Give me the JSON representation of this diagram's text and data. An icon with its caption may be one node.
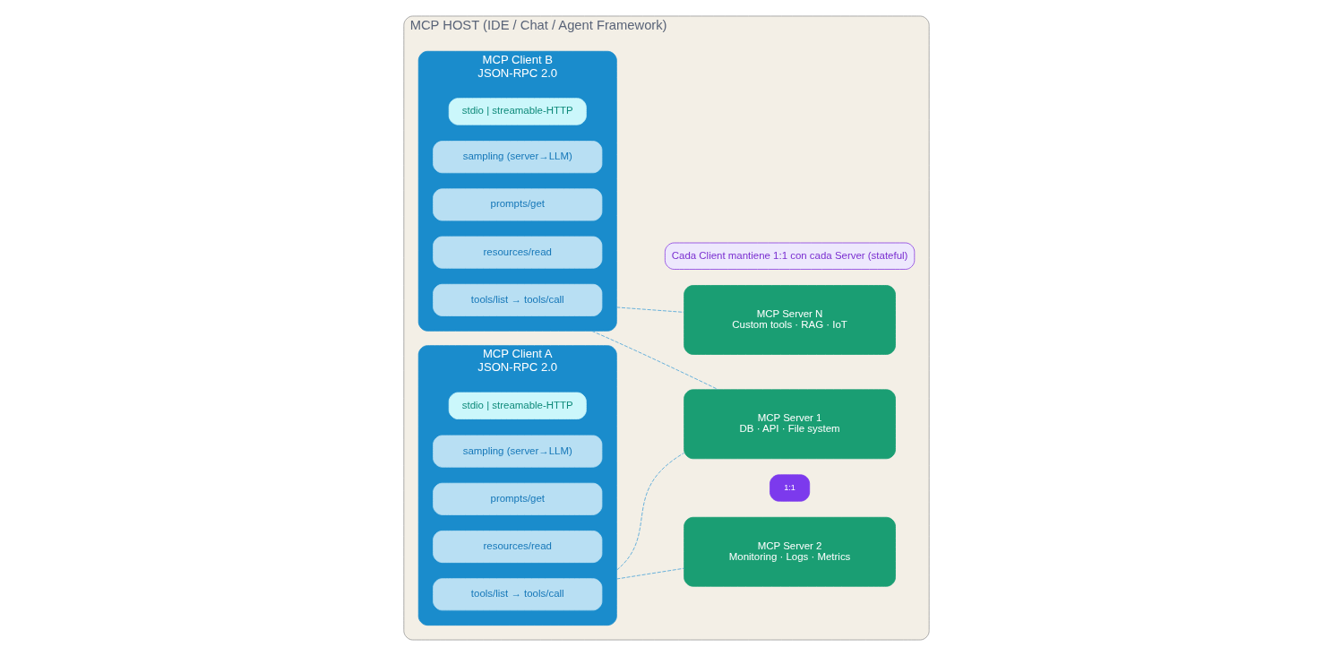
{
  "diagram": {
    "nodes": [
      {
        "text": [
          "MCP HOST (IDE / Chat / Agent Framework)"
        ]
      },
      {
        "text": [
          "MCP Client A",
          "JSON-RPC 2.0"
        ],
        "in": 0
      },
      {
        "text": [
          "tools/list → tools/call"
        ],
        "in": 1
      },
      {
        "text": [
          "resources/read"
        ],
        "in": 1
      },
      {
        "text": [
          "prompts/get"
        ],
        "in": 1
      },
      {
        "text": [
          "sampling (server→LLM)"
        ],
        "in": 1
      },
      {
        "text": [
          "stdio | streamable-HTTP"
        ],
        "in": 1
      },
      {
        "text": [
          "MCP Client B",
          "JSON-RPC 2.0"
        ],
        "in": 0
      },
      {
        "text": [
          "tools/list → tools/call"
        ],
        "in": 7
      },
      {
        "text": [
          "resources/read"
        ],
        "in": 7
      },
      {
        "text": [
          "prompts/get"
        ],
        "in": 7
      },
      {
        "text": [
          "sampling (server→LLM)"
        ],
        "in": 7
      },
      {
        "text": [
          "stdio | streamable-HTTP"
        ],
        "in": 7
      },
      {
        "text": [
          "1:1"
        ],
        "in": 0
      },
      {
        "text": [
          "MCP Server 1",
          "DB · API · File system"
        ],
        "in": 0
      },
      {
        "text": [
          "MCP Server 2",
          "Monitoring · Logs · Metrics"
        ],
        "in": 0
      },
      {
        "text": [
          "MCP Server N",
          "Custom tools · RAG · IoT"
        ],
        "in": 0
      },
      {
        "text": [
          "Cada Client mantiene 1:1 con cada Server (stateful)"
        ],
        "in": 0
      }
    ],
    "edges": [
      {
        "from": 1,
        "to": 14,
        "arrow": "none",
        "style": "dashed"
      },
      {
        "from": 7,
        "to": 14,
        "arrow": "none",
        "style": "dashed"
      },
      {
        "from": 1,
        "to": 15,
        "arrow": "none",
        "style": "dashed"
      },
      {
        "from": 7,
        "to": 16,
        "arrow": "none",
        "style": "dashed"
      }
    ]
  }
}
